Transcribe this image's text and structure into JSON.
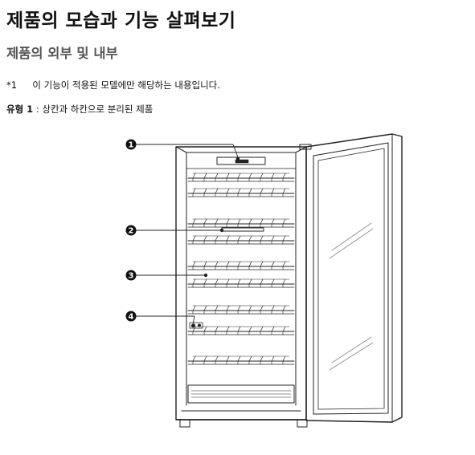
{
  "title": "제품의 모습과 기능 살펴보기",
  "subtitle": "제품의 외부 및 내부",
  "note": {
    "marker": "*1",
    "text": "이 기능이 적용된 모델에만 해당하는 내용입니다."
  },
  "type_line": {
    "label": "유형 1",
    "separator": " : ",
    "description": "상칸과 하칸으로 분리된 제품"
  },
  "callouts": [
    {
      "number": "1"
    },
    {
      "number": "2"
    },
    {
      "number": "3"
    },
    {
      "number": "4"
    }
  ]
}
